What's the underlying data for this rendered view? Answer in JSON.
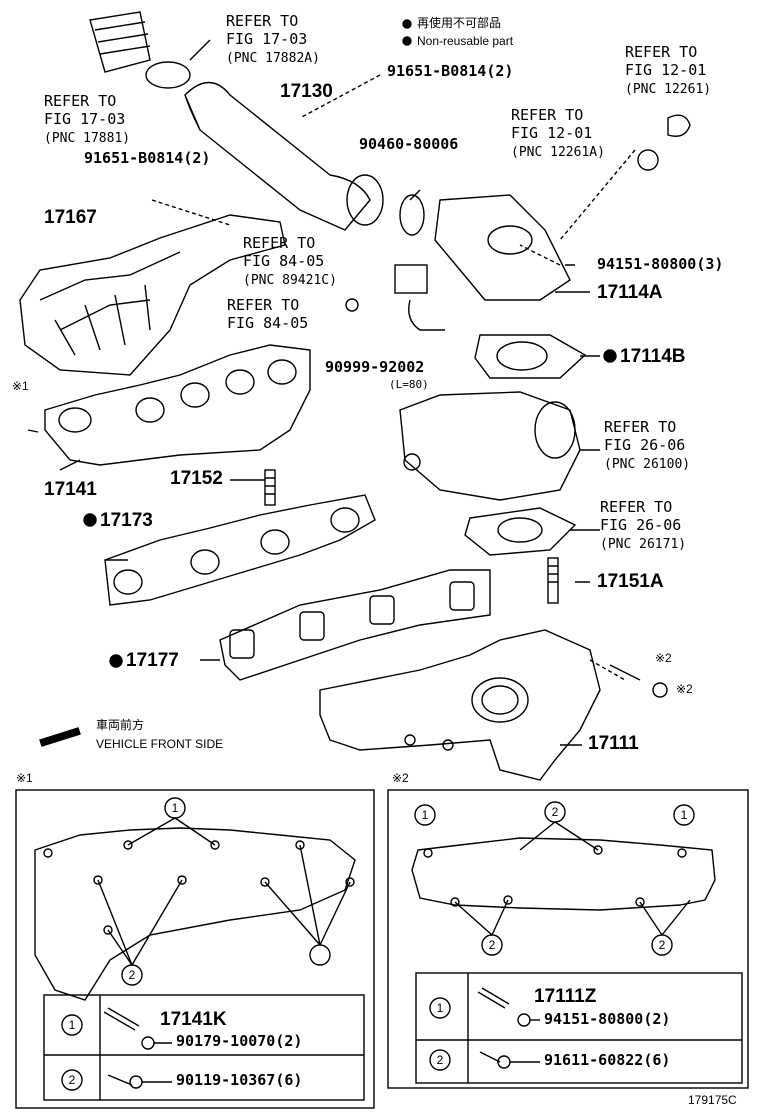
{
  "legend": {
    "reuse_jp": "再使用不可部品",
    "reuse_en": "Non-reusable part"
  },
  "refs": [
    {
      "l1": "REFER TO",
      "l2": "FIG 17-03",
      "l3": "(PNC 17882A)"
    },
    {
      "l1": "REFER TO",
      "l2": "FIG 17-03",
      "l3": "(PNC 17881)"
    },
    {
      "l1": "REFER TO",
      "l2": "FIG 12-01",
      "l3": "(PNC 12261)"
    },
    {
      "l1": "REFER TO",
      "l2": "FIG 12-01",
      "l3": "(PNC 12261A)"
    },
    {
      "l1": "REFER TO",
      "l2": "FIG 84-05",
      "l3": "(PNC 89421C)"
    },
    {
      "l1": "REFER TO",
      "l2": "FIG 84-05",
      "l3": ""
    },
    {
      "l1": "REFER TO",
      "l2": "FIG 26-06",
      "l3": "(PNC 26100)"
    },
    {
      "l1": "REFER TO",
      "l2": "FIG 26-06",
      "l3": "(PNC 26171)"
    }
  ],
  "parts": {
    "p91651_top": "91651-B0814(2)",
    "p17130": "17130",
    "p90460": "90460-80006",
    "p91651_left": "91651-B0814(2)",
    "p17167": "17167",
    "p94151": "94151-80800(3)",
    "p17114A": "17114A",
    "p17114B": "17114B",
    "p90999": "90999-92002",
    "p90999_len": "(L=80)",
    "p17141": "17141",
    "p17152": "17152",
    "p17173": "17173",
    "p17151A": "17151A",
    "p17177": "17177",
    "p17111": "17111",
    "mark1": "※1",
    "mark2a": "※2",
    "mark2b": "※2"
  },
  "front": {
    "jp": "車両前方",
    "en": "VEHICLE FRONT SIDE"
  },
  "box1": {
    "title": "※1",
    "c1": "1",
    "c2": "2",
    "row1_num": "1",
    "row1_part": "17141K",
    "row1_sub": "90179-10070(2)",
    "row2_num": "2",
    "row2_part": "90119-10367(6)"
  },
  "box2": {
    "title": "※2",
    "c1a": "1",
    "c1b": "1",
    "c2a": "2",
    "c2b": "2",
    "c2c": "2",
    "row1_num": "1",
    "row1_part": "17111Z",
    "row1_sub": "94151-80800(2)",
    "row2_num": "2",
    "row2_part": "91611-60822(6)"
  },
  "diagram_id": "179175C"
}
